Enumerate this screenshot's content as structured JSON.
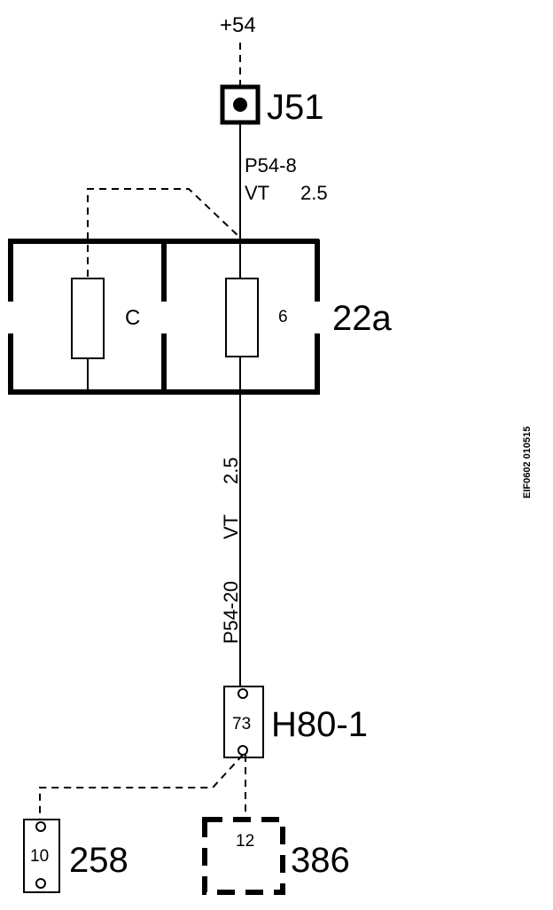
{
  "supply": "+54",
  "connector_j51": "J51",
  "wire_top": {
    "code": "P54-8",
    "color": "VT",
    "size": "2.5"
  },
  "fuse_box": {
    "id": "22a",
    "fuse_left": "C",
    "fuse_right": "6"
  },
  "wire_bottom": {
    "code": "P54-20",
    "color": "VT",
    "size": "2.5"
  },
  "connector_h80": {
    "id": "H80-1",
    "pin": "73"
  },
  "component_258": {
    "id": "258",
    "pin": "10"
  },
  "component_386": {
    "id": "386",
    "pin": "12"
  },
  "side_code": "EIF0602 010515"
}
